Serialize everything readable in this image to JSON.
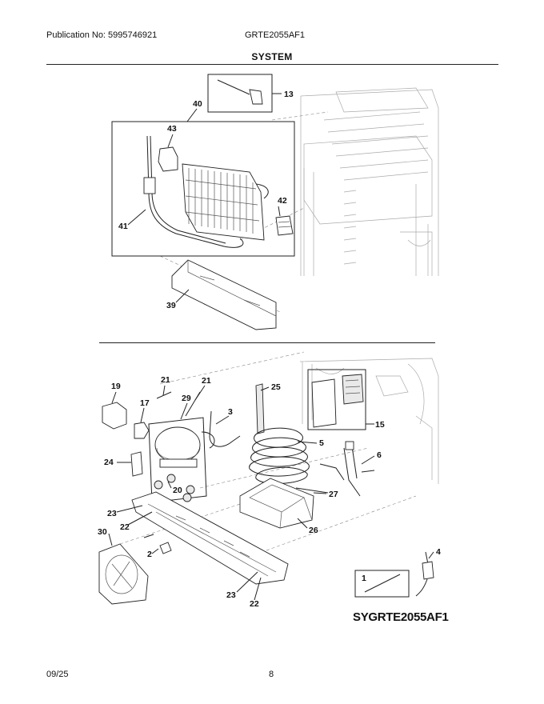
{
  "header": {
    "publication": "Publication No: 5995746921",
    "model": "GRTE2055AF1"
  },
  "section_title": "SYSTEM",
  "callouts": {
    "c13": "13",
    "c40": "40",
    "c43": "43",
    "c42": "42",
    "c41": "41",
    "c39": "39",
    "c19": "19",
    "c21a": "21",
    "c21b": "21",
    "c25": "25",
    "c17": "17",
    "c29": "29",
    "c3": "3",
    "c15": "15",
    "c5": "5",
    "c6": "6",
    "c24": "24",
    "c27": "27",
    "c20": "20",
    "c23a": "23",
    "c22a": "22",
    "c26": "26",
    "c30": "30",
    "c2": "2",
    "c4": "4",
    "c1": "1",
    "c23b": "23",
    "c22b": "22"
  },
  "diagram_code": "SYGRTE2055AF1",
  "footer": {
    "date": "09/25",
    "page": "8"
  }
}
